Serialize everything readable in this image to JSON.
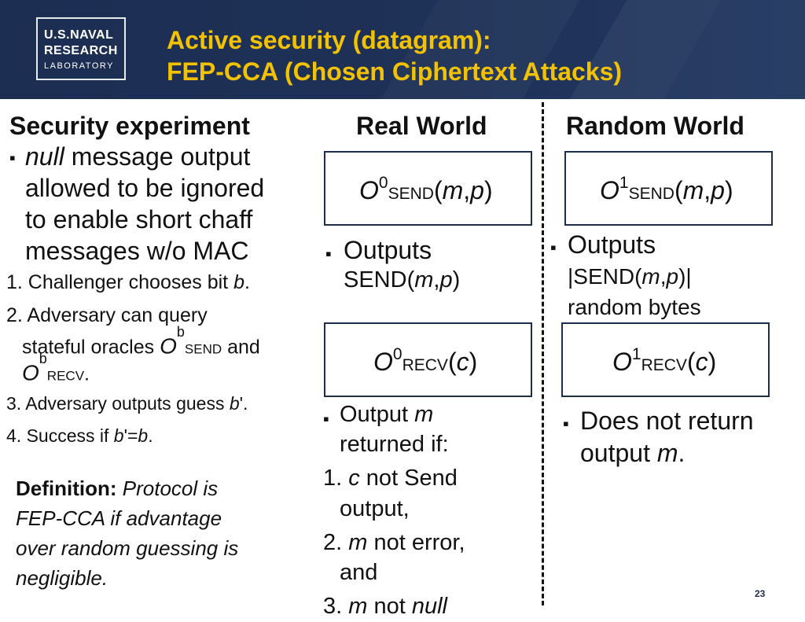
{
  "header": {
    "logo": [
      "U.S.NAVAL",
      "RESEARCH",
      "LABORATORY"
    ],
    "title_line1": "Active security (datagram):",
    "title_line2": "FEP-CCA (Chosen Ciphertext Attacks)"
  },
  "left": {
    "heading": "Security experiment",
    "bullet_lines": [
      "null message output",
      "allowed to be ignored",
      "to enable short chaff",
      "messages w/o MAC"
    ],
    "steps": {
      "s1": "1. Challenger chooses bit b.",
      "s2a": "2. Adversary can query",
      "s2b": "stateful oracles O",
      "s2b_sup": "b",
      "s2b_sub": "SEND",
      "s2b_and": "and",
      "s2c": "O",
      "s2c_sup": "b",
      "s2c_sub": "RECV",
      "s3": "3. Adversary outputs guess b'.",
      "s4": "4. Success if b'=b."
    },
    "definition": {
      "label": "Definition:",
      "lines": [
        "Protocol is",
        "FEP-CCA if advantage",
        "over random guessing is",
        "negligible."
      ]
    }
  },
  "real": {
    "heading": "Real World",
    "send_oracle": {
      "O": "O",
      "sup": "0",
      "sub": "SEND",
      "args": "(m,p)"
    },
    "send_note": [
      "Outputs",
      "SEND(m,p)"
    ],
    "recv_oracle": {
      "O": "O",
      "sup": "0",
      "sub": "RECV",
      "args": "(c)"
    },
    "recv_note": [
      "Output m",
      "returned if:",
      "1. c not Send",
      "output,",
      "2. m not error,",
      "and",
      "3. m not null"
    ]
  },
  "random": {
    "heading": "Random World",
    "send_oracle": {
      "O": "O",
      "sup": "1",
      "sub": "SEND",
      "args": "(m,p)"
    },
    "send_note": [
      "Outputs",
      "|SEND(m,p)|",
      "random bytes"
    ],
    "recv_oracle": {
      "O": "O",
      "sup": "1",
      "sub": "RECV",
      "args": "(c)"
    },
    "recv_note": [
      "Does not return",
      "output m."
    ]
  },
  "page_number": "23"
}
